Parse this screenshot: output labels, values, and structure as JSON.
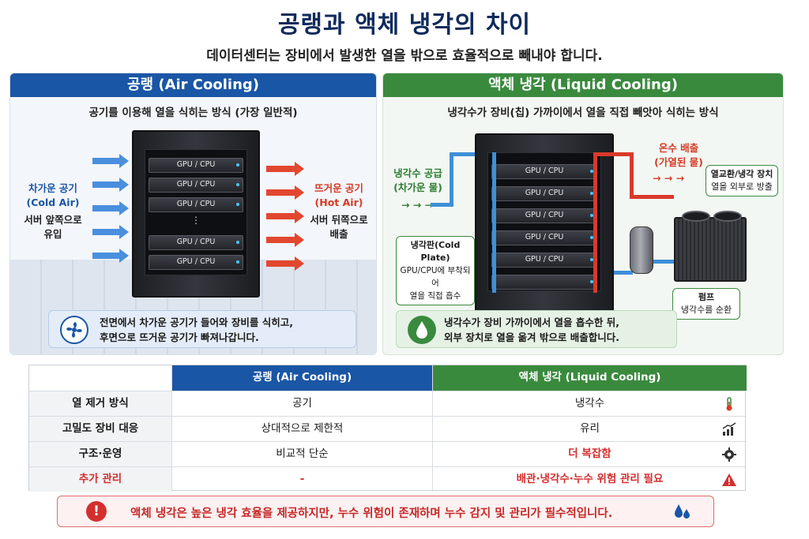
{
  "title": "공랭과 액체 냉각의 차이",
  "subtitle": "데이터센터는 장비에서 발생한 열을 밖으로 효율적으로 빼내야 합니다.",
  "air": {
    "header": "공랭 (Air Cooling)",
    "desc": "공기를 이용해 열을 식히는 방식 (가장 일반적)",
    "cold_label": "차가운 공기",
    "cold_label_en": "(Cold Air)",
    "cold_note_1": "서버 앞쪽으로",
    "cold_note_2": "유입",
    "hot_label": "뜨거운 공기",
    "hot_label_en": "(Hot Air)",
    "hot_note_1": "서버 뒤쪽으로",
    "hot_note_2": "배출",
    "server_label": "GPU / CPU",
    "dots": "⋮",
    "note_1": "전면에서 차가운 공기가 들어와 장비를 식히고,",
    "note_2": "후면으로 뜨거운 공기가 빠져나갑니다."
  },
  "liquid": {
    "header": "액체 냉각 (Liquid Cooling)",
    "desc": "냉각수가 장비(칩) 가까이에서 열을 직접 빼앗아 식히는 방식",
    "supply_1": "냉각수 공급",
    "supply_2": "(차가운 물)",
    "supply_arrows": "→ → →",
    "return_1": "온수 배출",
    "return_2": "(가열된 물)",
    "return_arrows": "→ → →",
    "server_label": "GPU / CPU",
    "cold_plate_1": "냉각판(Cold Plate)",
    "cold_plate_2": "GPU/CPU에 부착되어",
    "cold_plate_3": "열을 직접 흡수",
    "exchanger_1": "열교환/냉각 장치",
    "exchanger_2": "열을 외부로 방출",
    "pump_1": "펌프",
    "pump_2": "냉각수를 순환",
    "note_1": "냉각수가 장비 가까이에서 열을 흡수한 뒤,",
    "note_2": "외부 장치로 열을 옮겨 밖으로 배출합니다."
  },
  "table": {
    "header_air": "공랭 (Air Cooling)",
    "header_liquid": "액체 냉각 (Liquid Cooling)",
    "rows": [
      {
        "label": "열 제거 방식",
        "air": "공기",
        "liquid": "냉각수",
        "icon": "thermometer-icon"
      },
      {
        "label": "고밀도 장비 대응",
        "air": "상대적으로 제한적",
        "liquid": "유리",
        "icon": "chart-up-icon"
      },
      {
        "label": "구조·운영",
        "air": "비교적 단순",
        "liquid": "더 복잡함",
        "icon": "gear-icon"
      },
      {
        "label": "추가 관리",
        "air": "-",
        "liquid": "배관·냉각수·누수 위험 관리 필요",
        "icon": "warning-icon"
      }
    ]
  },
  "warning": {
    "icon": "!",
    "text": "액체 냉각은 높은 냉각 효율을 제공하지만, 누수 위험이 존재하며 누수 감지 및 관리가 필수적입니다."
  },
  "colors": {
    "air_blue": "#1a56a6",
    "liquid_green": "#3a8a3e",
    "hot_red": "#e2472f",
    "warning_red": "#d32f2f"
  }
}
